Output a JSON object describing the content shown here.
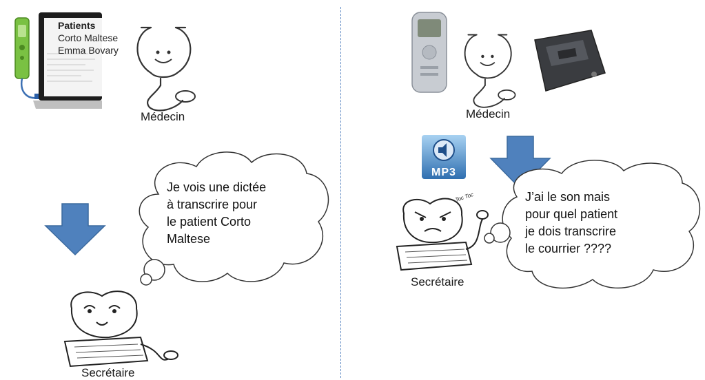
{
  "left": {
    "patients_title": "Patients",
    "patients": [
      "Corto Maltese",
      "Emma Bovary"
    ],
    "doctor_label": "Médecin",
    "thought": "Je vois une dictée\nà transcrire pour\nle patient Corto\nMaltese",
    "secretary_label": "Secrétaire"
  },
  "right": {
    "doctor_label": "Médecin",
    "mp3_label": "MP3",
    "thought": "J’ai le son mais\npour quel patient\nje dois transcrire\nle courrier ????",
    "secretary_label": "Secrétaire",
    "toc_toc": "Toc Toc"
  },
  "colors": {
    "arrow": "#4f81bd",
    "divider": "#5a86c2",
    "usb_device": "#7ac143"
  }
}
